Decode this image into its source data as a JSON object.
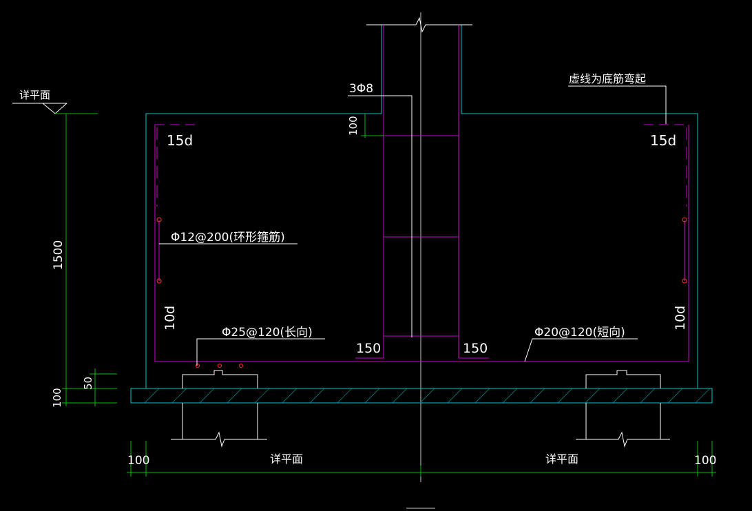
{
  "colors": {
    "background": "#000000",
    "dimension": "#00c000",
    "outline": "#00c8c8",
    "rebar": "#d000d0",
    "text": "#ffffff",
    "centerline": "#c8c8c8",
    "rebar_dot": "#ff3030"
  },
  "labels": {
    "level": "详平面",
    "bent_note": "虚线为底筋弯起",
    "stirrup_column": "3Φ8",
    "anchor_top_left": "15d",
    "anchor_top_right": "15d",
    "anchor_side_left": "10d",
    "anchor_side_right": "10d",
    "ring_stirrup": "Φ12@200(环形箍筋)",
    "bottom_long": "Φ25@120(长向)",
    "bottom_short": "Φ20@120(短向)",
    "bend_left": "150",
    "bend_right": "150"
  },
  "dimensions": {
    "column_top": "100",
    "height": "1500",
    "cushion": "50",
    "bed": "100",
    "edge_left": "100",
    "edge_right": "100",
    "span_left": "详平面",
    "span_right": "详平面"
  }
}
